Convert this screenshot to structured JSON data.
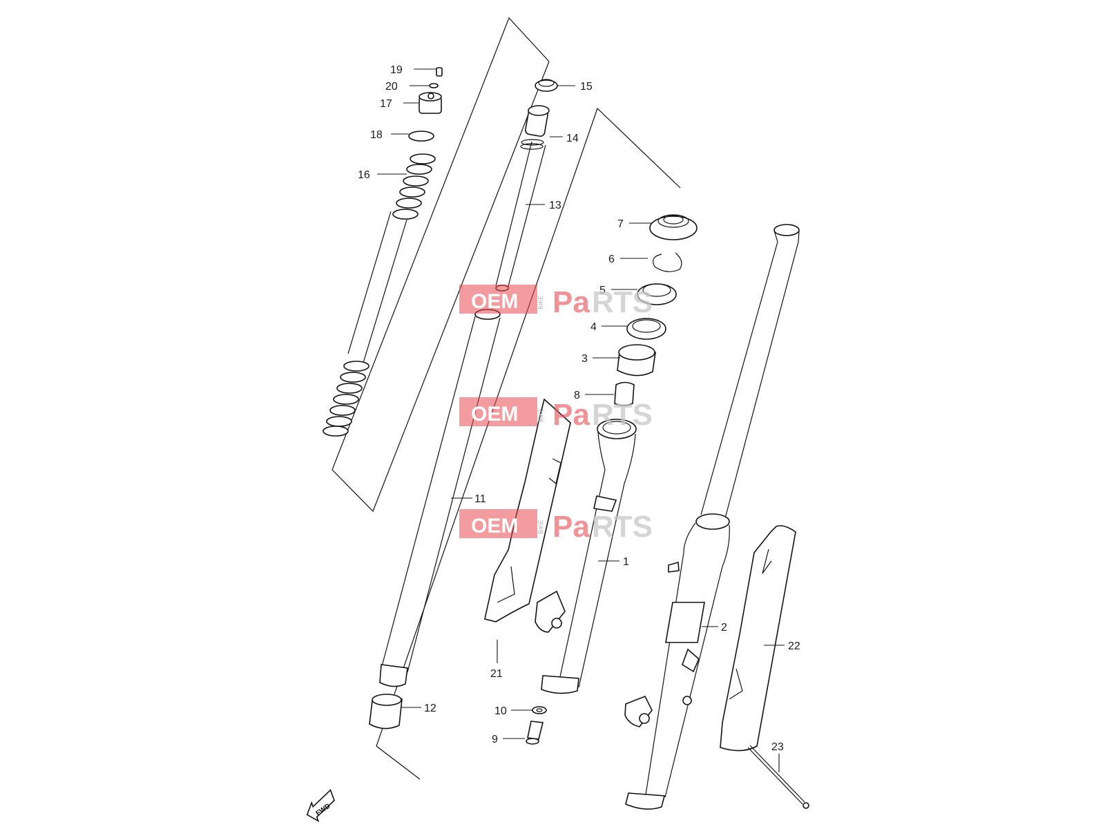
{
  "callouts": {
    "p1": "1",
    "p2": "2",
    "p3": "3",
    "p4": "4",
    "p5": "5",
    "p6": "6",
    "p7": "7",
    "p8": "8",
    "p9": "9",
    "p10": "10",
    "p11": "11",
    "p12": "12",
    "p13": "13",
    "p14": "14",
    "p15": "15",
    "p16": "16",
    "p17": "17",
    "p18": "18",
    "p19": "19",
    "p20": "20",
    "p21": "21",
    "p22": "22",
    "p23": "23"
  },
  "direction_marker": "FWD",
  "watermark": {
    "oem": "OEM",
    "bike": "BIKE",
    "parts_pa": "Pa",
    "parts_rts": "RTS",
    "color": "#e84a52"
  }
}
